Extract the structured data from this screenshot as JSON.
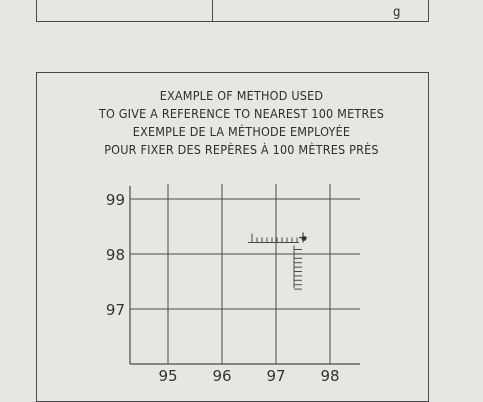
{
  "header": {
    "partial_text": "g"
  },
  "title": {
    "line1": "EXAMPLE OF METHOD USED",
    "line2": "TO GIVE A REFERENCE TO NEAREST 100 METRES",
    "line3": "EXEMPLE DE LA MÉTHODE EMPLOYÉE",
    "line4": "POUR FIXER DES REPÈRES À 100 MÈTRES PRÈS"
  },
  "grid": {
    "x_labels": [
      "95",
      "96",
      "97",
      "98"
    ],
    "y_labels": [
      "99",
      "98",
      "97"
    ],
    "point": {
      "easting": 97.5,
      "northing": 98.3
    }
  },
  "colors": {
    "line": "#4a4a4a",
    "background": "#e8e6e1"
  }
}
